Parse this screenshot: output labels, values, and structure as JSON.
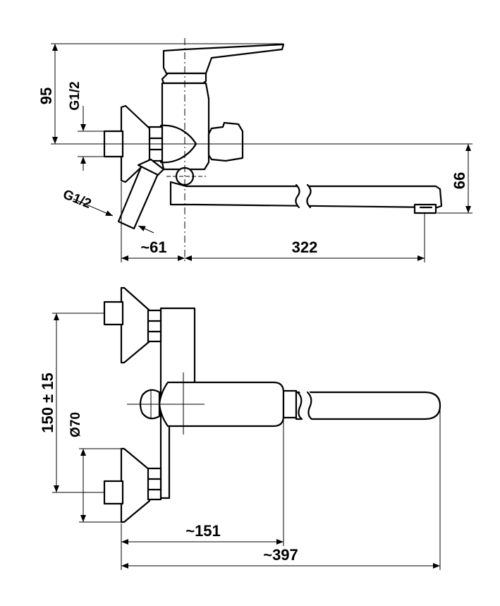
{
  "side_view": {
    "height_label": "95",
    "thread_top_label": "G1/2",
    "thread_diverter_label": "G1/2",
    "spout_drop_label": "66",
    "wall_offset_label": "~61",
    "spout_length_label": "322"
  },
  "front_view": {
    "inlet_spacing_label": "150 ± 15",
    "flange_diameter_label": "Ø70",
    "body_reach_label": "~151",
    "total_reach_label": "~397"
  }
}
